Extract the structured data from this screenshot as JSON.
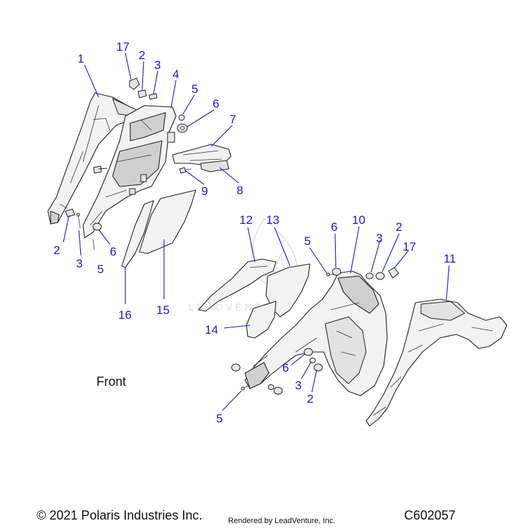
{
  "callouts": {
    "c1": "1",
    "c2a": "2",
    "c3a": "3",
    "c4": "4",
    "c5a": "5",
    "c6a": "6",
    "c7": "7",
    "c8": "8",
    "c9": "9",
    "c17a": "17",
    "c2b": "2",
    "c3b": "3",
    "c5b": "5",
    "c6b": "6",
    "c16": "16",
    "c15": "15",
    "c12": "12",
    "c13": "13",
    "c5c": "5",
    "c6c": "6",
    "c10": "10",
    "c3c": "3",
    "c2c": "2",
    "c17b": "17",
    "c11": "11",
    "c14": "14",
    "c6d": "6",
    "c3d": "3",
    "c2d": "2",
    "c5d": "5"
  },
  "front_label": "Front",
  "footer": {
    "copyright": "© 2021 Polaris Industries Inc.",
    "rendered_by": "Rendered by LeadVenture, Inc.",
    "diagram_code": "C602057"
  },
  "watermark": {
    "text": "LEADVENTURE"
  }
}
